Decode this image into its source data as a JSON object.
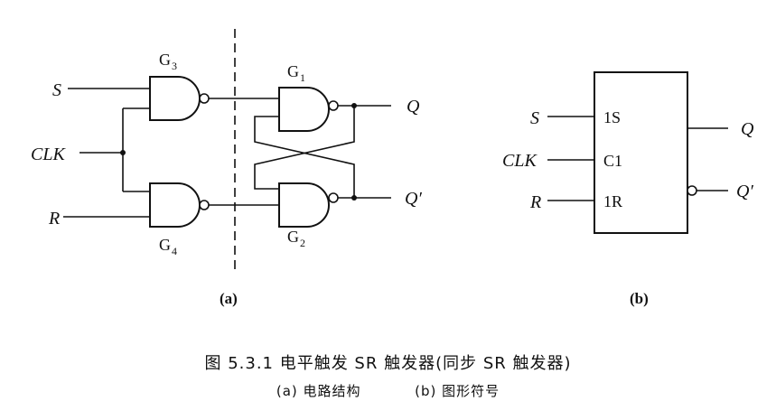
{
  "circuit_a": {
    "gate_labels": {
      "g1": "G",
      "g1_sub": "1",
      "g2": "G",
      "g2_sub": "2",
      "g3": "G",
      "g3_sub": "3",
      "g4": "G",
      "g4_sub": "4"
    },
    "inputs": {
      "s": "S",
      "clk": "CLK",
      "r": "R"
    },
    "outputs": {
      "q": "Q",
      "qn": "Q′"
    },
    "panel_label": "(a)"
  },
  "symbol_b": {
    "inputs": {
      "s": "S",
      "clk": "CLK",
      "r": "R"
    },
    "pins": {
      "s": "1S",
      "clk": "C1",
      "r": "1R"
    },
    "outputs": {
      "q": "Q",
      "qn": "Q′"
    },
    "panel_label": "(b)"
  },
  "caption": {
    "title": "图 5.3.1   电平触发 SR 触发器(同步 SR 触发器)",
    "sub_a": "(a) 电路结构",
    "sub_b": "(b) 图形符号"
  }
}
